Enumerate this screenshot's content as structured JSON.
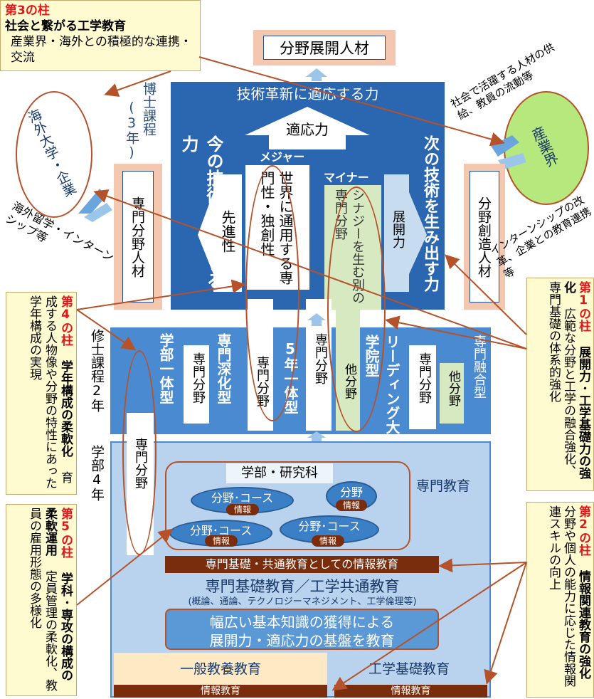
{
  "top_output": "分野展開人材",
  "pillar3": {
    "title": "第3の柱",
    "heading": "社会と繋がる工学教育",
    "body": "産業界・海外との積極的な連携・交流"
  },
  "doctor": {
    "label": "博士課程",
    "years": "(3年)",
    "top_band": "技術革新に適応する力",
    "adaptability": "適応力",
    "lead_tech": "今の技術を先導する力",
    "advanced": "先進性",
    "major": "メジャー",
    "world_class": "世界に通用する専門性・独創性",
    "minor": "マイナー",
    "synergy": "シナジーを生む別の専門分野",
    "expansion": "展開力",
    "next_tech": "次の技術を生み出す力"
  },
  "left_side": {
    "overseas": "海外大学・企業",
    "specialist": "専門分野人材",
    "study_abroad": "海外留学・インターンシップ等"
  },
  "right_side": {
    "industry": "産業界",
    "supply": "社会で活躍する人材の供給、教員の流動等",
    "creator": "分野創造人材",
    "intern": "インターンシップの改革、企業との教育連携等"
  },
  "pillar4": {
    "title": "第4の柱",
    "heading": "学年構成の柔軟化",
    "body": "育成する人物像や分野の特性にあった学年構成の実現"
  },
  "pillar1": {
    "title": "第1の柱",
    "heading": "展開力･工学基礎力の強化",
    "body": "広範な分野と工学の融合強化、専門基礎の体系的強化"
  },
  "pillar5": {
    "title": "第5の柱",
    "heading": "学科･専攻の構成の柔軟運用",
    "body": "定員管理の柔軟化、教員の雇用形態の多様化"
  },
  "pillar2": {
    "title": "第2の柱",
    "heading": "情報関連教育の強化",
    "body": "分野や個人の能力に応じた情報関連スキルの向上"
  },
  "master": {
    "label": "修士課程2年",
    "undergrad": "学部4年",
    "integrated": "学部一体型",
    "specialized": "専門深化型",
    "field": "専門分野",
    "five_year": "5年一体型",
    "leading": "リーディング大学院型",
    "other_field": "他分野",
    "fusion": "専門融合型"
  },
  "undergrad": {
    "field": "専門分野",
    "dept": "学部・研究科",
    "specialized_edu": "専門教育",
    "field_course": "分野･コース",
    "field_only": "分野",
    "info": "情報",
    "info_edu_bar": "専門基礎・共通教育としての情報教育",
    "common_title": "専門基礎教育／工学共通教育",
    "common_sub": "(概論、通論、テクノロジーマネジメント、工学倫理等)",
    "broad_line1": "幅広い基本知識の獲得による",
    "broad_line2": "展開力・適応力の基盤を教育",
    "general": "一般教養教育",
    "eng_basic": "工学基礎教育",
    "info_edu": "情報教育"
  },
  "colors": {
    "dark_blue": "#2a67b0",
    "mid_blue": "#4a8ad0",
    "light_blue": "#b9d3ee",
    "brown": "#7a2d0c",
    "peach": "#f4c8b0",
    "note": "#fffbd0"
  }
}
